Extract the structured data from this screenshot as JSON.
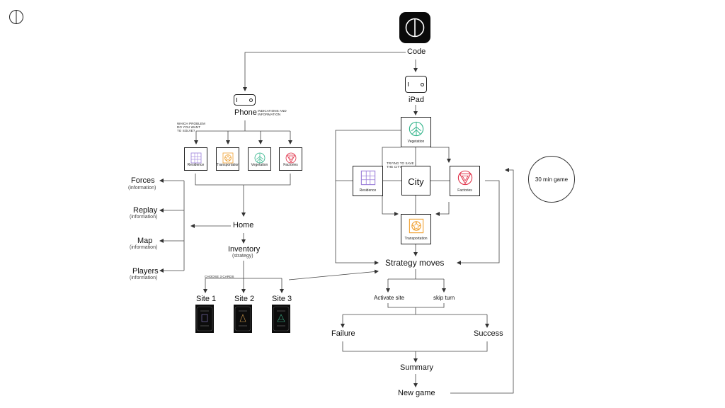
{
  "brand": {
    "logo_icon": "circle-split-logo-icon",
    "app_icon": "circle-split-app-icon"
  },
  "nodes": {
    "code": "Code",
    "ipad": "iPad",
    "phone": "Phone",
    "phone_note": "INDICATIONS AND\nINFORMATION",
    "question": "WHICH PROBLEM\nDO YOU WANT\nTO SOLVE?",
    "home": "Home",
    "inventory": "Inventory",
    "inventory_sub": "(strategy)",
    "choose_cards": "CHOOSE 3 CARDS",
    "sites": [
      "Site 1",
      "Site 2",
      "Site 3"
    ],
    "strategy_moves": "Strategy moves",
    "activate_site": "Activate site",
    "skip_turn": "skip turn",
    "failure": "Failure",
    "success": "Success",
    "summary": "Summary",
    "new_game": "New game",
    "city": "City",
    "trying": "TRYING TO SAVE\nTHE CITY",
    "timer": "30 min game"
  },
  "phone_cards": [
    {
      "label": "Residence",
      "icon": "residence-icon",
      "color": "#9b7fd9"
    },
    {
      "label": "Transportation",
      "icon": "transportation-icon",
      "color": "#f0a030"
    },
    {
      "label": "Vegetation",
      "icon": "vegetation-icon",
      "color": "#2fb389"
    },
    {
      "label": "Factories",
      "icon": "factories-icon",
      "color": "#e0334a"
    }
  ],
  "city_cards": {
    "vegetation": {
      "label": "Vegetation",
      "color": "#2fb389"
    },
    "residence": {
      "label": "Residence",
      "color": "#9b7fd9"
    },
    "factories": {
      "label": "Factories",
      "color": "#e0334a"
    },
    "transportation": {
      "label": "Transportation",
      "color": "#f0a030"
    }
  },
  "side_menu": [
    {
      "title": "Forces",
      "sub": "(information)"
    },
    {
      "title": "Replay",
      "sub": "(information)"
    },
    {
      "title": "Map",
      "sub": "(information)"
    },
    {
      "title": "Players",
      "sub": "(information)"
    }
  ]
}
